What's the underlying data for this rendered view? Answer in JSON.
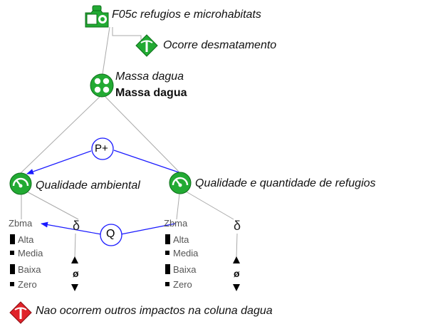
{
  "nodes": {
    "scenario": {
      "label": "F05c refugios e microhabitats",
      "icon": "green-scenario-icon"
    },
    "assumption_top": {
      "label": "Ocorre desmatamento",
      "icon": "green-diamond-assumption-icon"
    },
    "entity": {
      "label_italic": "Massa dagua",
      "label_bold": "Massa dagua",
      "icon": "green-entity-icon"
    },
    "quantity_left": {
      "label": "Qualidade ambiental",
      "icon": "green-quantity-icon"
    },
    "quantity_right": {
      "label": "Qualidade e quantidade de refugios",
      "icon": "green-quantity-icon"
    },
    "assumption_bottom": {
      "label": "Nao ocorrem outros impactos na coluna dagua",
      "icon": "red-diamond-assumption-icon"
    }
  },
  "relations": {
    "proportionality": {
      "label": "P+"
    },
    "correspondence": {
      "label": "Q"
    }
  },
  "quantity_spaces": {
    "left": {
      "values": [
        "Zbma",
        "Alta",
        "Media",
        "Baixa",
        "Zero"
      ],
      "derivative_symbol": "δ",
      "derivative_value": "ø"
    },
    "right": {
      "values": [
        "Zbma",
        "Alta",
        "Media",
        "Baixa",
        "Zero"
      ],
      "derivative_symbol": "δ",
      "derivative_value": "ø"
    }
  },
  "colors": {
    "icon_green": "#22aa33",
    "icon_red": "#e0232a",
    "relation_blue": "#1a1aff",
    "structure_gray": "#aaaaaa"
  }
}
